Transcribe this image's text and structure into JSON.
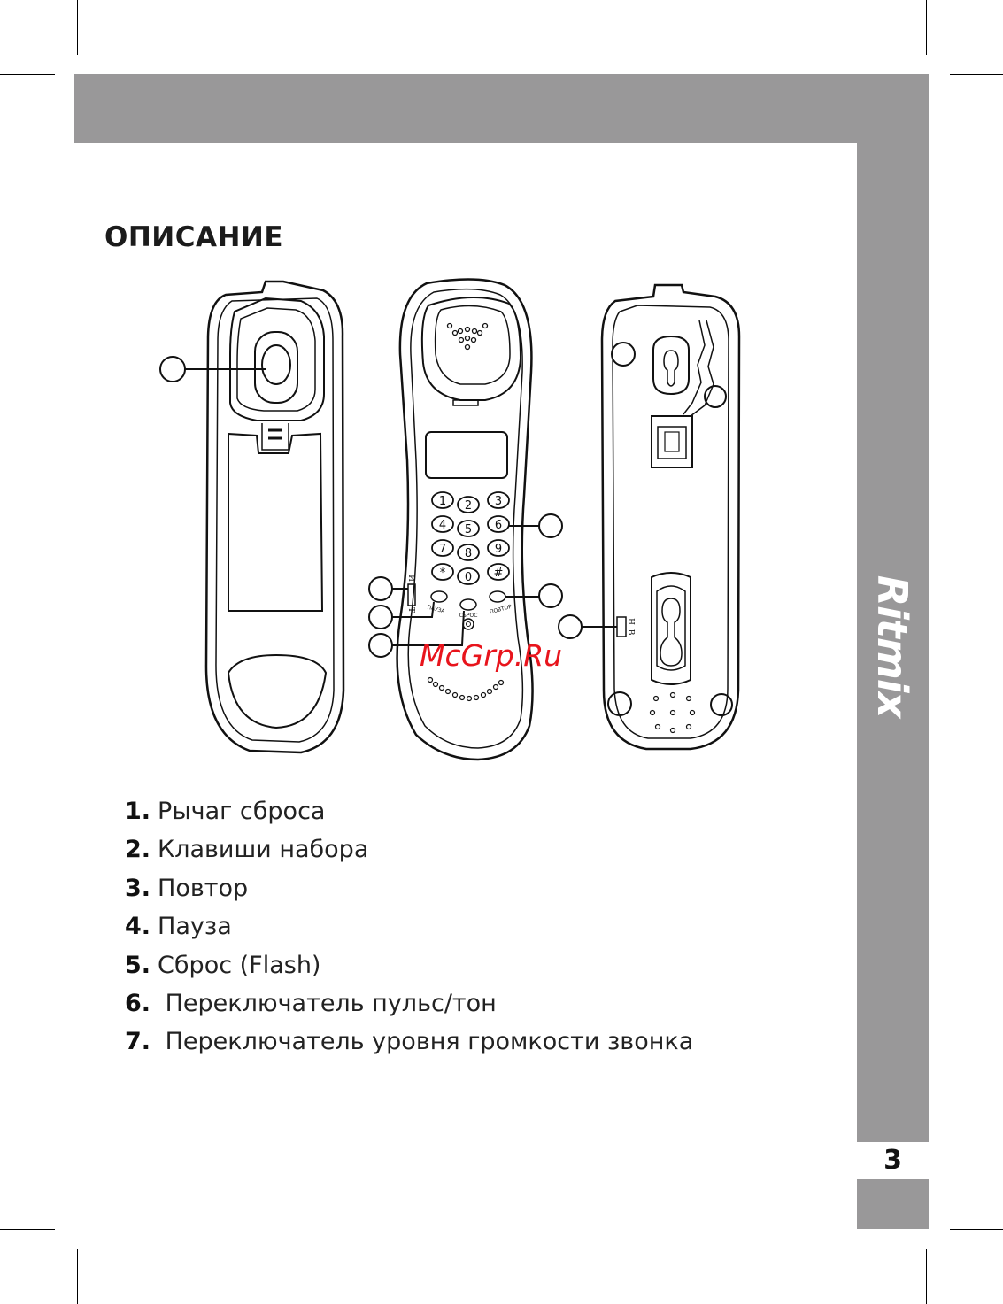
{
  "header": {
    "title": "ОПИСАНИЕ"
  },
  "brand": {
    "logo": "Ritmix"
  },
  "figure": {
    "watermark": "McGrp.Ru",
    "keys": [
      "1",
      "2",
      "3",
      "4",
      "5",
      "6",
      "7",
      "8",
      "9",
      "*",
      "0",
      "#"
    ],
    "key_labels": {
      "pause": "ПАУЗА",
      "flash": "СБРОС",
      "redial": "ПОВТОР"
    },
    "switch_pulse_tone": {
      "top": "И",
      "bottom": "Т"
    },
    "switch_ringer": {
      "left": "Н",
      "right": "В"
    },
    "accent_color": "#e8141c"
  },
  "items": [
    {
      "num": "1.",
      "text": "Рычаг сброса"
    },
    {
      "num": "2.",
      "text": "Клавиши набора"
    },
    {
      "num": "3.",
      "text": "Повтор"
    },
    {
      "num": "4.",
      "text": "Пауза"
    },
    {
      "num": "5.",
      "text": "Сброс (Flash)"
    },
    {
      "num": "6.",
      "text": " Переключатель пульс/тон"
    },
    {
      "num": "7.",
      "text": " Переключатель уровня громкости звонка"
    }
  ],
  "page": {
    "number": "3"
  }
}
